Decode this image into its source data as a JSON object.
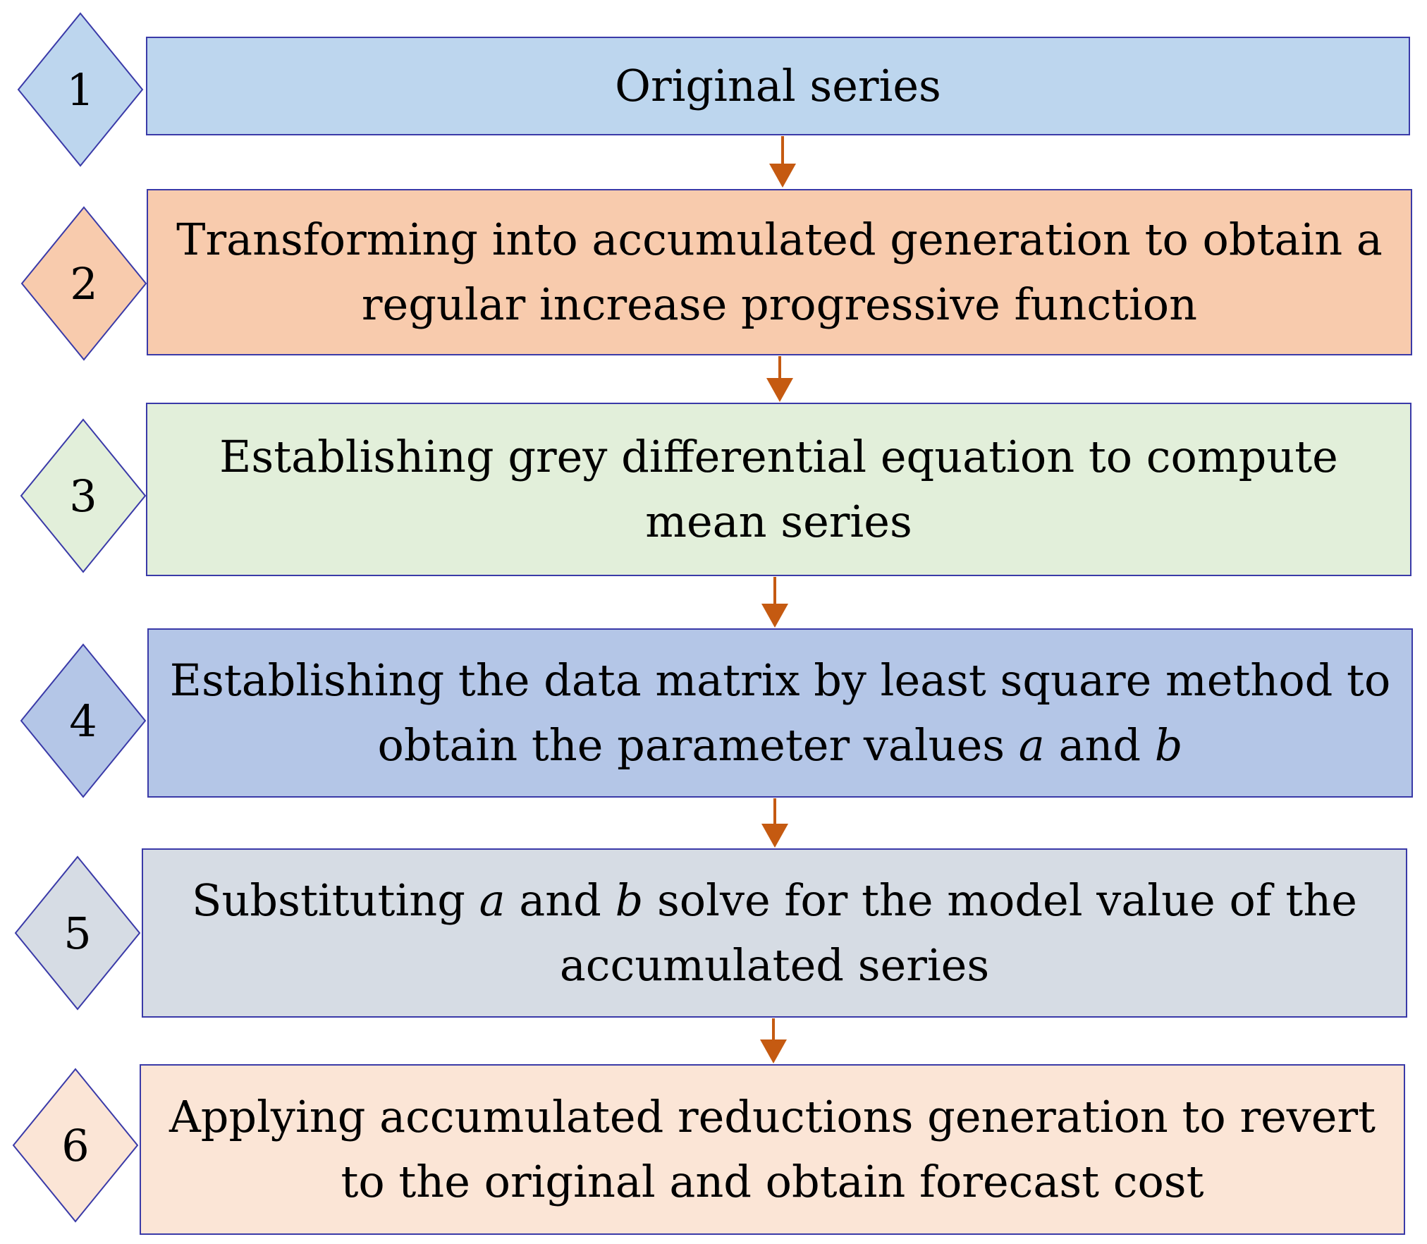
{
  "colors": {
    "border": "#3a3aa8",
    "arrow": "#c55a11"
  },
  "steps": [
    {
      "number": "1",
      "fill": "#bdd6ee",
      "lines": [
        [
          {
            "text": "Original series",
            "italic": false
          }
        ]
      ]
    },
    {
      "number": "2",
      "fill": "#f8cbad",
      "lines": [
        [
          {
            "text": "Transforming into accumulated generation to obtain a",
            "italic": false
          }
        ],
        [
          {
            "text": "regular increase progressive function",
            "italic": false
          }
        ]
      ]
    },
    {
      "number": "3",
      "fill": "#e2efda",
      "lines": [
        [
          {
            "text": "Establishing grey differential equation to compute",
            "italic": false
          }
        ],
        [
          {
            "text": "mean series",
            "italic": false
          }
        ]
      ]
    },
    {
      "number": "4",
      "fill": "#b4c6e7",
      "lines": [
        [
          {
            "text": "Establishing the data matrix by least square method to",
            "italic": false
          }
        ],
        [
          {
            "text": "obtain the parameter values ",
            "italic": false
          },
          {
            "text": "a",
            "italic": true
          },
          {
            "text": " and ",
            "italic": false
          },
          {
            "text": "b",
            "italic": true
          }
        ]
      ]
    },
    {
      "number": "5",
      "fill": "#d6dce4",
      "lines": [
        [
          {
            "text": "Substituting ",
            "italic": false
          },
          {
            "text": "a",
            "italic": true
          },
          {
            "text": " and ",
            "italic": false
          },
          {
            "text": "b",
            "italic": true
          },
          {
            "text": " solve for the model value of the",
            "italic": false
          }
        ],
        [
          {
            "text": "accumulated series",
            "italic": false
          }
        ]
      ]
    },
    {
      "number": "6",
      "fill": "#fbe5d6",
      "lines": [
        [
          {
            "text": "Applying accumulated reductions generation to revert",
            "italic": false
          }
        ],
        [
          {
            "text": "to the original and obtain forecast cost",
            "italic": false
          }
        ]
      ]
    }
  ]
}
